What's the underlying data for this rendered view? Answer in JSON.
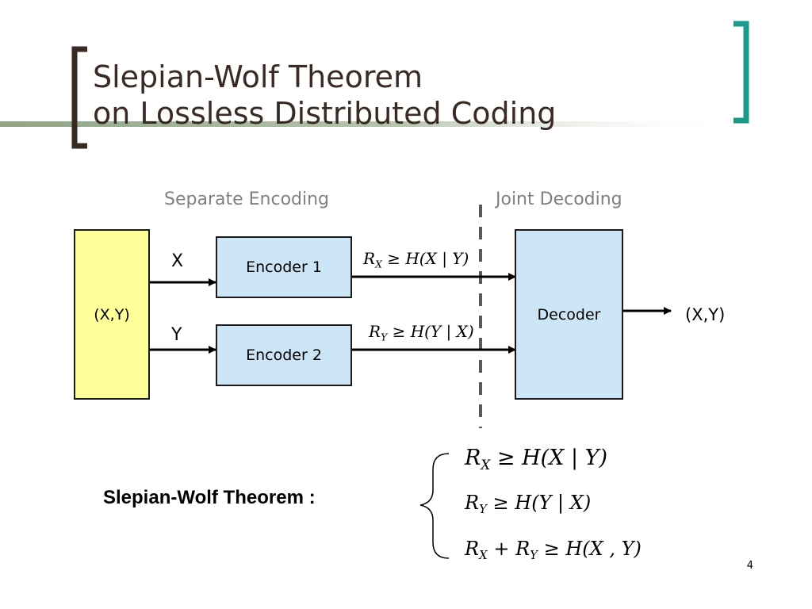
{
  "slide": {
    "title_line1": "Slepian-Wolf Theorem",
    "title_line2": "on Lossless Distributed Coding",
    "page_number": "4"
  },
  "diagram": {
    "separate_encoding_label": "Separate Encoding",
    "joint_decoding_label": "Joint Decoding",
    "source_label": "(X,Y)",
    "encoder1_label": "Encoder 1",
    "encoder2_label": "Encoder 2",
    "decoder_label": "Decoder",
    "signal_x": "X",
    "signal_y": "Y",
    "output_label": "(X,Y)",
    "rate_x": {
      "R": "R",
      "sub": "X",
      "rhs": "≥ H(X | Y)"
    },
    "rate_y": {
      "R": "R",
      "sub": "Y",
      "rhs": "≥ H(Y | X)"
    }
  },
  "theorem": {
    "label": "Slepian-Wolf Theorem :",
    "eq1": {
      "R": "R",
      "sub": "X",
      "rhs": "≥ H(X | Y)"
    },
    "eq2": {
      "R": "R",
      "sub": "Y",
      "rhs": "≥ H(Y | X)"
    },
    "eq3": {
      "R1": "R",
      "sub1": "X",
      "plus": "+",
      "R2": "R",
      "sub2": "Y",
      "rhs": "≥ H(X , Y)"
    }
  },
  "colors": {
    "title_text": "#3a2a24",
    "left_bracket": "#3a2a24",
    "right_bracket": "#1a9a8a",
    "rule_line": "#8fa585",
    "source_fill": "#ffff99",
    "encoder_fill": "#cce5f7",
    "dashed_divider": "#595959",
    "section_label": "#808080"
  }
}
